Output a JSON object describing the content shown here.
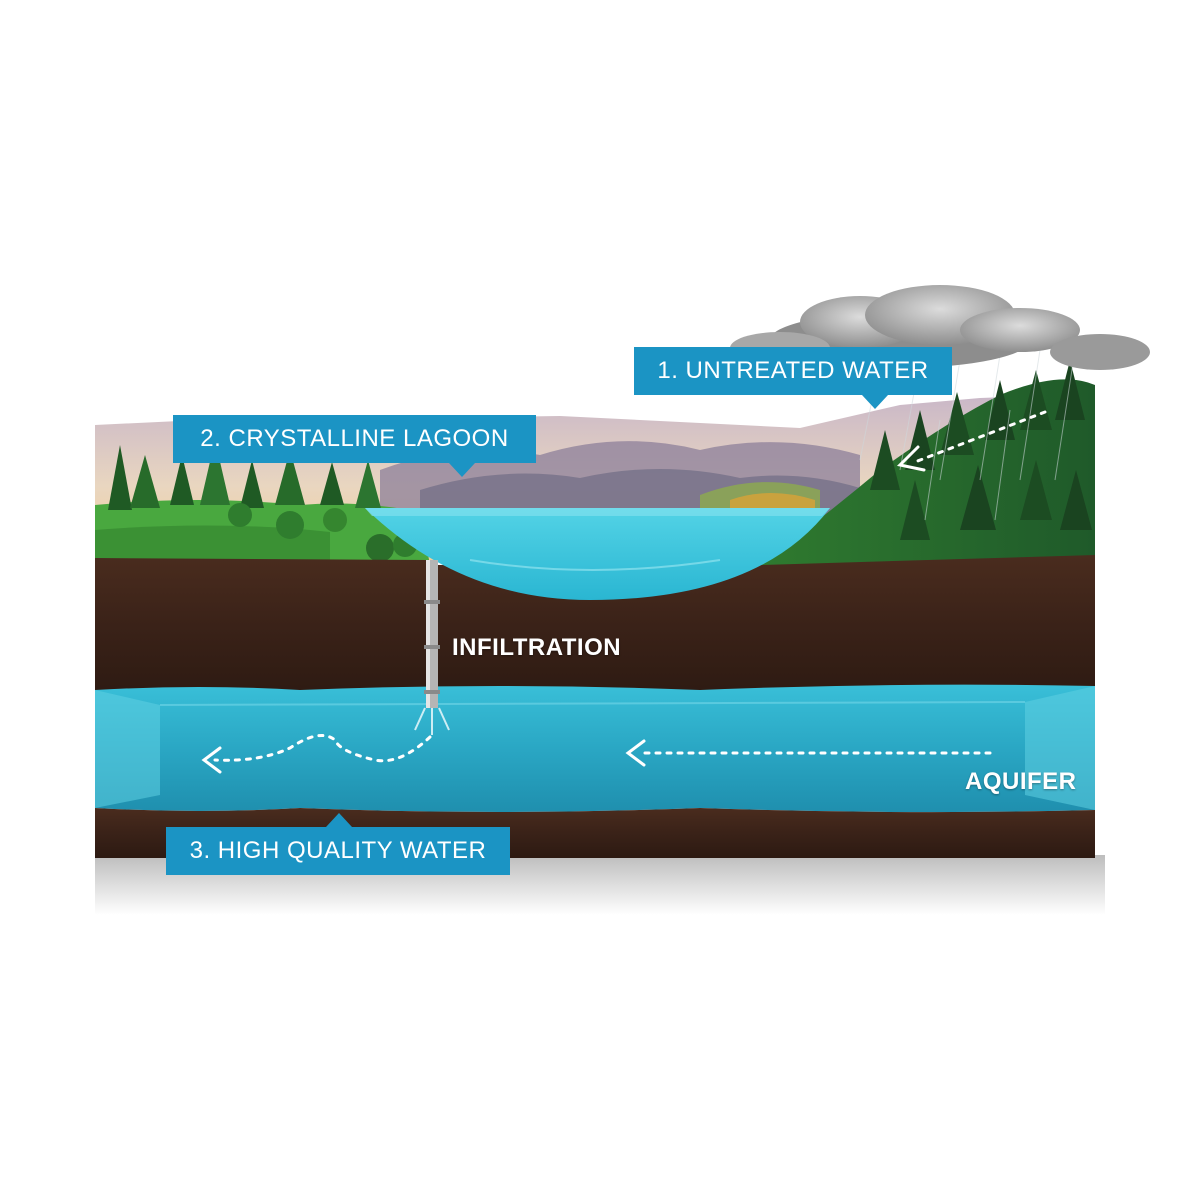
{
  "labels": {
    "untreated": "1. UNTREATED WATER",
    "lagoon": "2. CRYSTALLINE LAGOON",
    "high_quality": "3. HIGH QUALITY WATER",
    "infiltration": "INFILTRATION",
    "aquifer": "AQUIFER"
  },
  "colors": {
    "label_bg": "#1b94c4",
    "soil": "#3d2419",
    "aquifer_water": "#2fb3cf",
    "lagoon_water": "#41c9de",
    "grass": "#3f9a3a",
    "sky": "#f2d9b3"
  },
  "icons": [
    "cloud-icon",
    "rain-icon",
    "dotted-arrow-icon",
    "pipe-icon"
  ]
}
